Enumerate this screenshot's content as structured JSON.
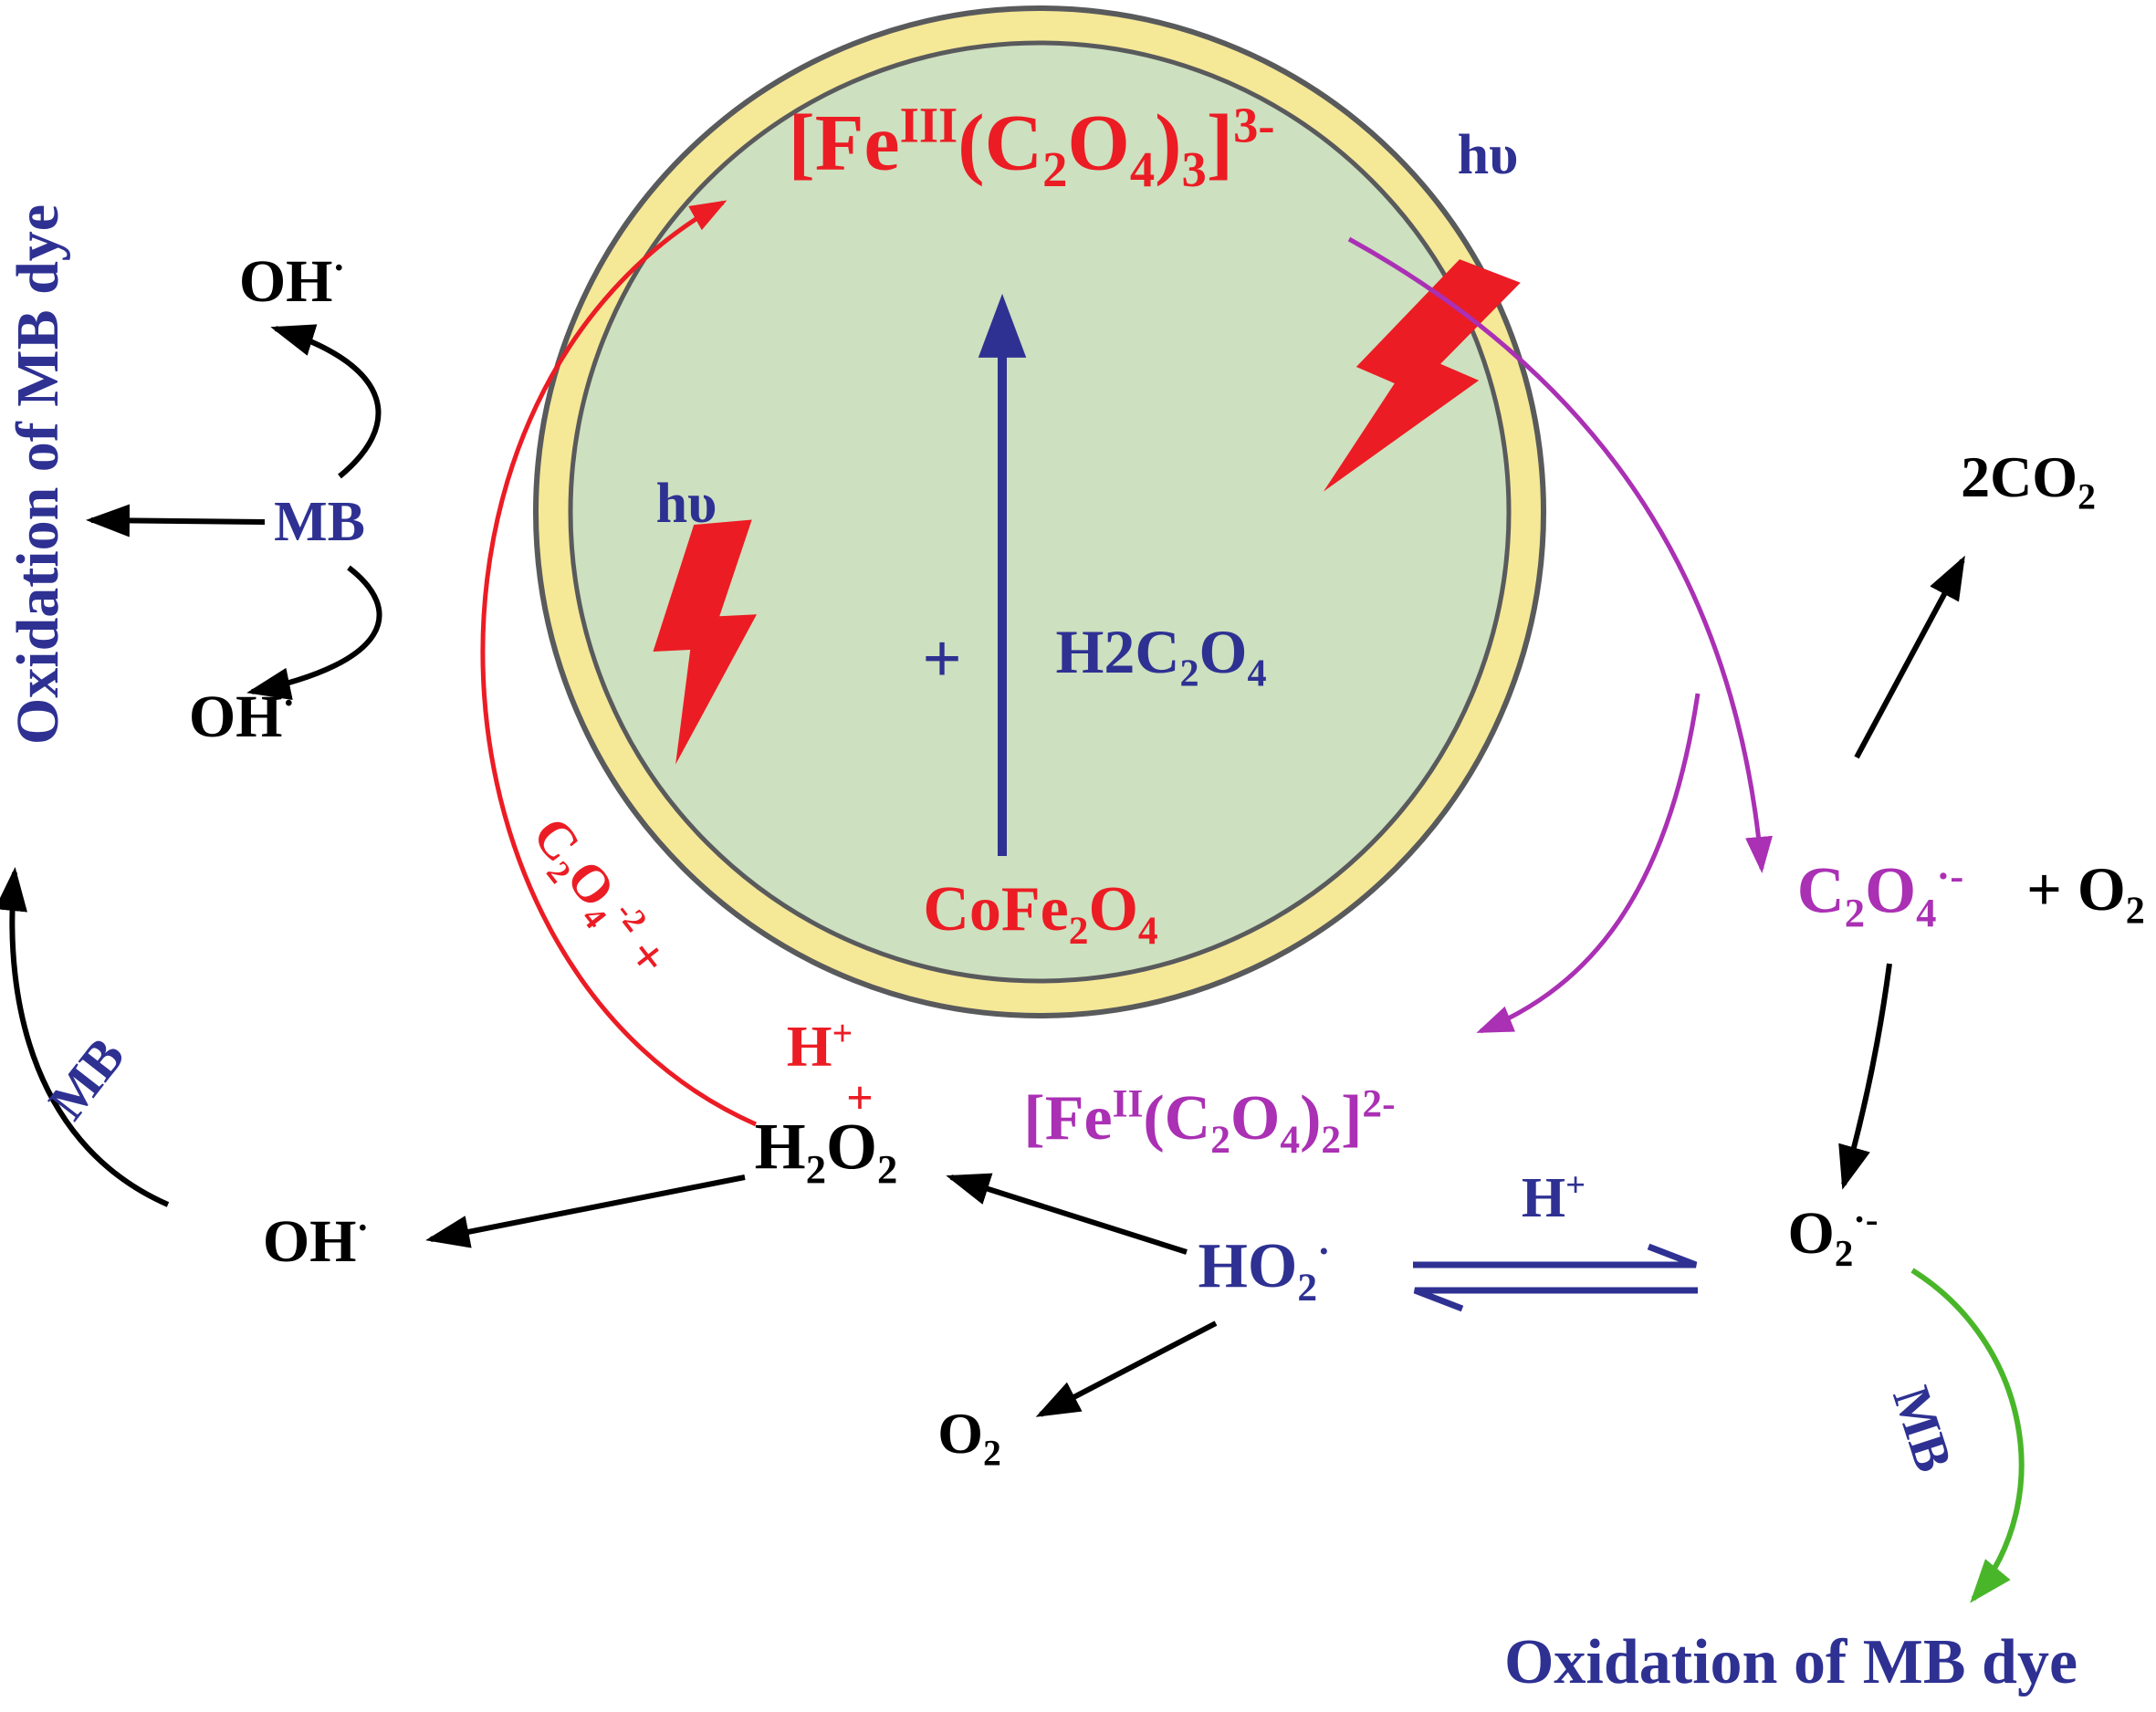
{
  "colors": {
    "red": "#ec1c24",
    "blue": "#2e3192",
    "purple": "#aa30b4",
    "green": "#49b62a",
    "black": "#000000",
    "circle_fill": "#cde0bf",
    "circle_ring": "#f5e897",
    "circle_outline": "#595a5c"
  },
  "particle": {
    "fe3_complex": [
      [
        "[Fe",
        "n"
      ],
      [
        "III",
        "sup"
      ],
      [
        "(C",
        "n"
      ],
      [
        "2",
        "sub"
      ],
      [
        "O",
        "n"
      ],
      [
        "4",
        "sub"
      ],
      [
        ")",
        "n"
      ],
      [
        "3",
        "sub"
      ],
      [
        "]",
        "n"
      ],
      [
        "3-",
        "sup"
      ]
    ],
    "plus": "+",
    "h2c2o4": [
      [
        "H2C",
        "n"
      ],
      [
        "2",
        "sub"
      ],
      [
        "O",
        "n"
      ],
      [
        "4",
        "sub"
      ]
    ],
    "cofe2o4": [
      [
        "CoFe",
        "n"
      ],
      [
        "2",
        "sub"
      ],
      [
        "O",
        "n"
      ],
      [
        "4",
        "sub"
      ]
    ],
    "hv": "hυ"
  },
  "species": {
    "oh_radical": [
      [
        "OH",
        "n"
      ],
      [
        "·",
        "sup"
      ]
    ],
    "h2o2": [
      [
        "H",
        "n"
      ],
      [
        "2",
        "sub"
      ],
      [
        "O",
        "n"
      ],
      [
        "2",
        "sub"
      ]
    ],
    "c2o4_plus": [
      [
        "C",
        "n"
      ],
      [
        "2",
        "sub"
      ],
      [
        "O",
        "n"
      ],
      [
        "4",
        "sub"
      ],
      [
        "-2",
        "sup"
      ],
      [
        " +",
        "n"
      ]
    ],
    "h_plus": [
      [
        "H",
        "n"
      ],
      [
        "+",
        "sup"
      ]
    ],
    "plus": "+",
    "fe2_complex": [
      [
        "[Fe",
        "n"
      ],
      [
        "II",
        "sup"
      ],
      [
        "(C",
        "n"
      ],
      [
        "2",
        "sub"
      ],
      [
        "O",
        "n"
      ],
      [
        "4",
        "sub"
      ],
      [
        ")",
        "n"
      ],
      [
        "2",
        "sub"
      ],
      [
        "]",
        "n"
      ],
      [
        "2-",
        "sup"
      ]
    ],
    "c2o4_radical": [
      [
        "C",
        "n"
      ],
      [
        "2",
        "sub"
      ],
      [
        "O",
        "n"
      ],
      [
        "4",
        "sub"
      ],
      [
        "·-",
        "sup"
      ]
    ],
    "plus_o2": [
      [
        "+ O",
        "n"
      ],
      [
        "2",
        "sub"
      ]
    ],
    "co2": [
      [
        "2CO",
        "n"
      ],
      [
        "2",
        "sub"
      ]
    ],
    "o2_radical": [
      [
        "O",
        "n"
      ],
      [
        "2",
        "sub"
      ],
      [
        "·-",
        "sup"
      ]
    ],
    "ho2_radical": [
      [
        "HO",
        "n"
      ],
      [
        "2",
        "sub"
      ],
      [
        "·",
        "sup"
      ]
    ],
    "o2": [
      [
        "O",
        "n"
      ],
      [
        "2",
        "sub"
      ]
    ]
  },
  "annotations": {
    "mb": "MB",
    "oxidation": "Oxidation of MB dye"
  }
}
